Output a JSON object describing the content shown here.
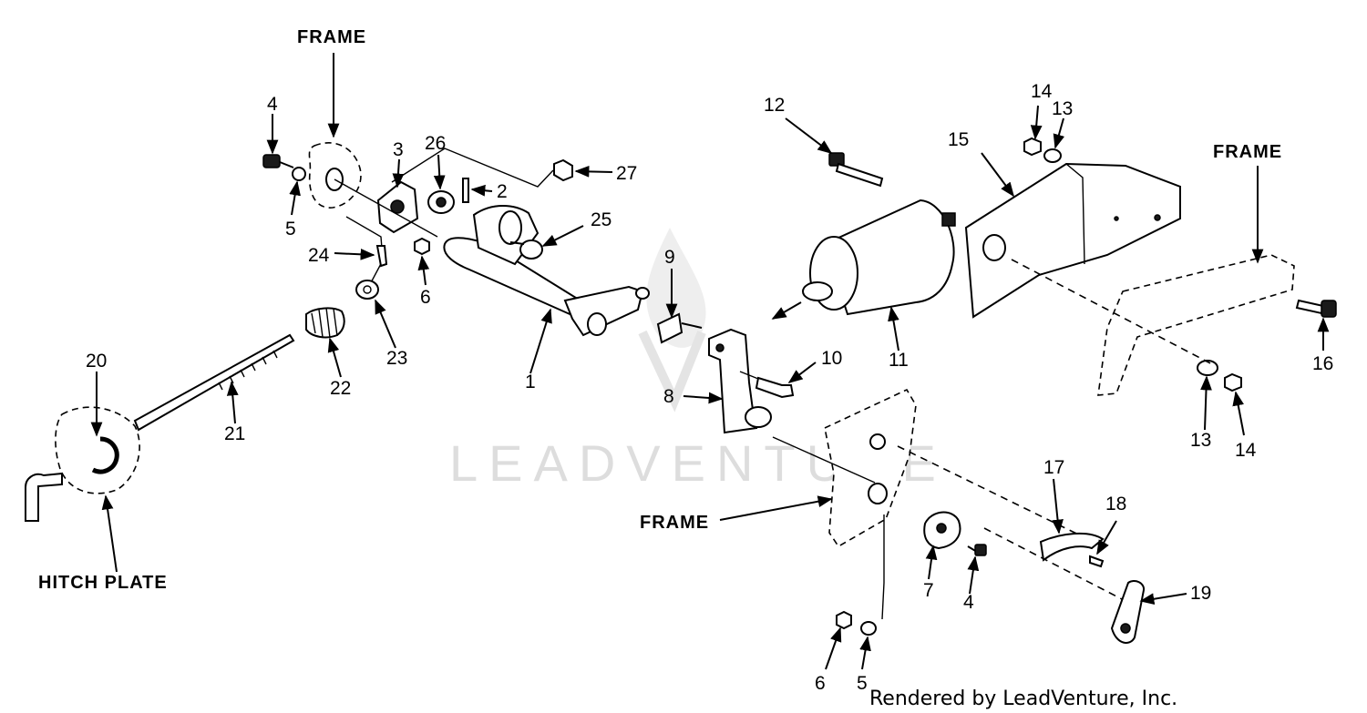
{
  "callouts": {
    "c1": "1",
    "c2": "2",
    "c3": "3",
    "c4a": "4",
    "c4b": "4",
    "c5a": "5",
    "c5b": "5",
    "c6a": "6",
    "c6b": "6",
    "c7": "7",
    "c8": "8",
    "c9": "9",
    "c10": "10",
    "c11": "11",
    "c12": "12",
    "c13a": "13",
    "c13b": "13",
    "c14a": "14",
    "c14b": "14",
    "c15": "15",
    "c16": "16",
    "c17": "17",
    "c18": "18",
    "c19": "19",
    "c20": "20",
    "c21": "21",
    "c22": "22",
    "c23": "23",
    "c24": "24",
    "c25": "25",
    "c26": "26",
    "c27": "27"
  },
  "labels": {
    "frame_top_left": "FRAME",
    "frame_top_right": "FRAME",
    "frame_bottom": "FRAME",
    "hitch_plate": "HITCH PLATE"
  },
  "watermark": "LEADVENTURE",
  "credit": "Rendered by LeadVenture, Inc."
}
